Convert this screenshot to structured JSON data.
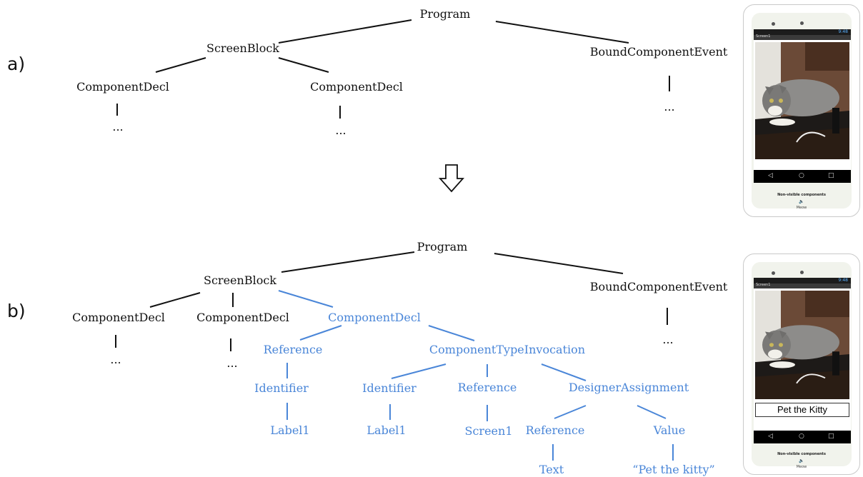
{
  "labels": {
    "a": "a)",
    "b": "b)"
  },
  "tree_a": {
    "program": "Program",
    "screen_block": "ScreenBlock",
    "bound_event": "BoundComponentEvent",
    "component_decl_1": "ComponentDecl",
    "component_decl_2": "ComponentDecl",
    "ellipsis": "..."
  },
  "tree_b": {
    "program": "Program",
    "screen_block": "ScreenBlock",
    "bound_event": "BoundComponentEvent",
    "component_decl_1": "ComponentDecl",
    "component_decl_2": "ComponentDecl",
    "component_decl_3": "ComponentDecl",
    "ellipsis": "...",
    "reference_1": "Reference",
    "identifier_1": "Identifier",
    "label1_a": "Label1",
    "type_invocation": "ComponentTypeInvocation",
    "identifier_2": "Identifier",
    "reference_2": "Reference",
    "designer_assignment": "DesignerAssignment",
    "label1_b": "Label1",
    "screen1": "Screen1",
    "reference_3": "Reference",
    "value": "Value",
    "text": "Text",
    "kitty_string": "“Pet the kitty”"
  },
  "phone": {
    "status_time": "9:48",
    "screen_title": "Screen1",
    "nonvisible": "Non-visible components",
    "meow": "Meow",
    "label_text": "Pet the Kitty",
    "nav_back": "◁",
    "nav_home": "○",
    "nav_recent": "□"
  },
  "colors": {
    "black": "#111111",
    "blue": "#4a86d8"
  }
}
